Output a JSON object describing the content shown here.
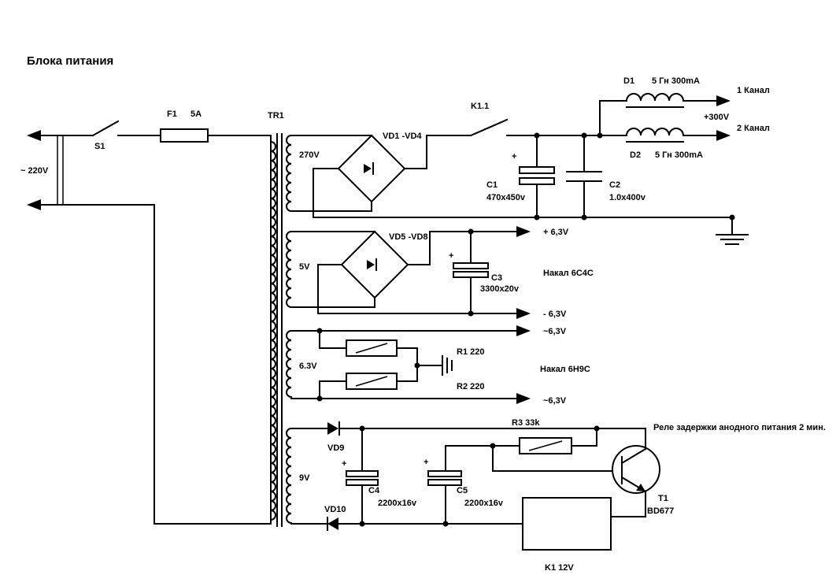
{
  "title": "Блока питания",
  "labels": {
    "s1": "S1",
    "f1": "F1",
    "f1_rating": "5A",
    "mains": "~ 220V",
    "tr1": "TR1",
    "w270": "270V",
    "w5": "5V",
    "w63": "6.3V",
    "w9": "9V",
    "vd1": "VD1 -VD4",
    "vd5": "VD5 -VD8",
    "vd9": "VD9",
    "vd10": "VD10",
    "k11": "K1.1",
    "c1": "C1",
    "c1_val": "470x450v",
    "c2": "C2",
    "c2_val": "1.0x400v",
    "c3": "C3",
    "c3_val": "3300x20v",
    "c4": "C4",
    "c4_val": "2200x16v",
    "c5": "C5",
    "c5_val": "2200x16v",
    "d1": "D1",
    "d1_val": "5 Гн 300mA",
    "d2": "D2",
    "d2_val": "5 Гн 300mA",
    "ch1": "1 Канал",
    "ch2": "2 Канал",
    "hv": "+300V",
    "plus63": "+ 6,3V",
    "minus63": "- 6,3V",
    "ac63a": "~6,3V",
    "ac63b": "~6,3V",
    "nakal1": "Накал 6С4С",
    "nakal2": "Накал 6Н9С",
    "r1": "R1 220",
    "r2": "R2 220",
    "r3": "R3 33k",
    "relay_note": "Реле задержки анодного питания 2 мин.",
    "t1": "T1",
    "t1_val": "BD677",
    "k1": "K1 12V",
    "plus": "+"
  }
}
